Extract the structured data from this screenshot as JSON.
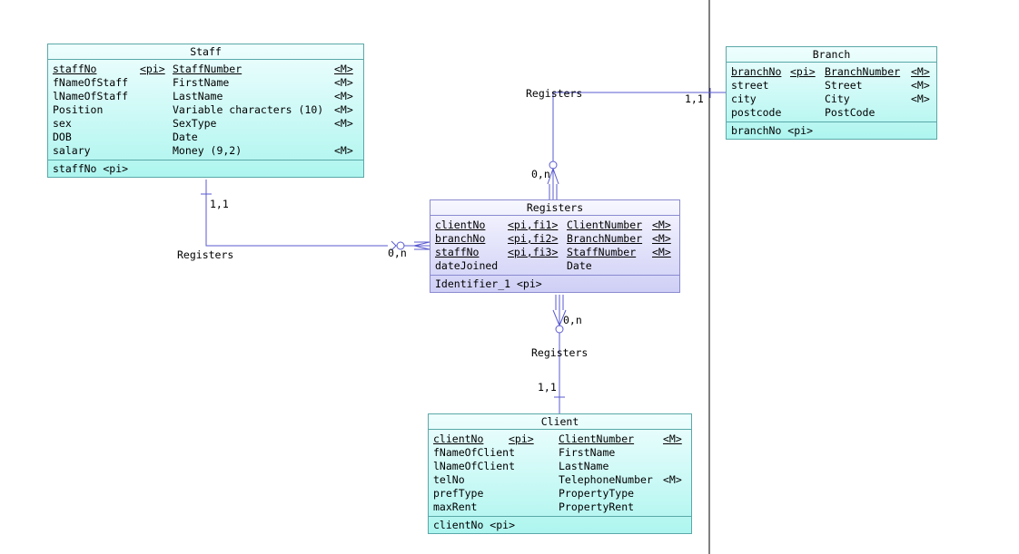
{
  "entities": {
    "staff": {
      "title": "Staff",
      "attributes": [
        {
          "name": "staffNo",
          "key": "<pi>",
          "domain": "StaffNumber",
          "mandatory": "<M>",
          "primary": true
        },
        {
          "name": "fNameOfStaff",
          "key": "",
          "domain": "FirstName",
          "mandatory": "<M>",
          "primary": false
        },
        {
          "name": "lNameOfStaff",
          "key": "",
          "domain": "LastName",
          "mandatory": "<M>",
          "primary": false
        },
        {
          "name": "Position",
          "key": "",
          "domain": "Variable characters (10)",
          "mandatory": "<M>",
          "primary": false
        },
        {
          "name": "sex",
          "key": "",
          "domain": "SexType",
          "mandatory": "<M>",
          "primary": false
        },
        {
          "name": "DOB",
          "key": "",
          "domain": "Date",
          "mandatory": "",
          "primary": false
        },
        {
          "name": "salary",
          "key": "",
          "domain": "Money (9,2)",
          "mandatory": "<M>",
          "primary": false
        }
      ],
      "identifier": "staffNo  <pi>"
    },
    "branch": {
      "title": "Branch",
      "attributes": [
        {
          "name": "branchNo",
          "key": "<pi>",
          "domain": "BranchNumber",
          "mandatory": "<M>",
          "primary": true
        },
        {
          "name": "street",
          "key": "",
          "domain": "Street",
          "mandatory": "<M>",
          "primary": false
        },
        {
          "name": "city",
          "key": "",
          "domain": "City",
          "mandatory": "<M>",
          "primary": false
        },
        {
          "name": "postcode",
          "key": "",
          "domain": "PostCode",
          "mandatory": "",
          "primary": false
        }
      ],
      "identifier": "branchNo  <pi>"
    },
    "registers": {
      "title": "Registers",
      "attributes": [
        {
          "name": "clientNo",
          "key": "<pi,fi1>",
          "domain": "ClientNumber",
          "mandatory": "<M>",
          "primary": true
        },
        {
          "name": "branchNo",
          "key": "<pi,fi2>",
          "domain": "BranchNumber",
          "mandatory": "<M>",
          "primary": true
        },
        {
          "name": "staffNo",
          "key": "<pi,fi3>",
          "domain": "StaffNumber",
          "mandatory": "<M>",
          "primary": true
        },
        {
          "name": "dateJoined",
          "key": "",
          "domain": "Date",
          "mandatory": "",
          "primary": false
        }
      ],
      "identifier": "Identifier_1  <pi>"
    },
    "client": {
      "title": "Client",
      "attributes": [
        {
          "name": "clientNo",
          "key": "<pi>",
          "domain": "ClientNumber",
          "mandatory": "<M>",
          "primary": true
        },
        {
          "name": "fNameOfClient",
          "key": "",
          "domain": "FirstName",
          "mandatory": "",
          "primary": false
        },
        {
          "name": "lNameOfClient",
          "key": "",
          "domain": "LastName",
          "mandatory": "",
          "primary": false
        },
        {
          "name": "telNo",
          "key": "",
          "domain": "TelephoneNumber",
          "mandatory": "<M>",
          "primary": false
        },
        {
          "name": "prefType",
          "key": "",
          "domain": "PropertyType",
          "mandatory": "",
          "primary": false
        },
        {
          "name": "maxRent",
          "key": "",
          "domain": "PropertyRent",
          "mandatory": "",
          "primary": false
        }
      ],
      "identifier": "clientNo  <pi>"
    }
  },
  "relationships": {
    "staff_registers": {
      "name": "Registers",
      "card_one": "1,1",
      "card_many": "0,n"
    },
    "branch_registers": {
      "name": "Registers",
      "card_one": "1,1",
      "card_many": "0,n"
    },
    "client_registers": {
      "name": "Registers",
      "card_one": "1,1",
      "card_many": "0,n"
    }
  },
  "colors": {
    "entity_border": "#5aa8a8",
    "assoc_border": "#8a8ad0",
    "link": "#5a5ad0"
  }
}
